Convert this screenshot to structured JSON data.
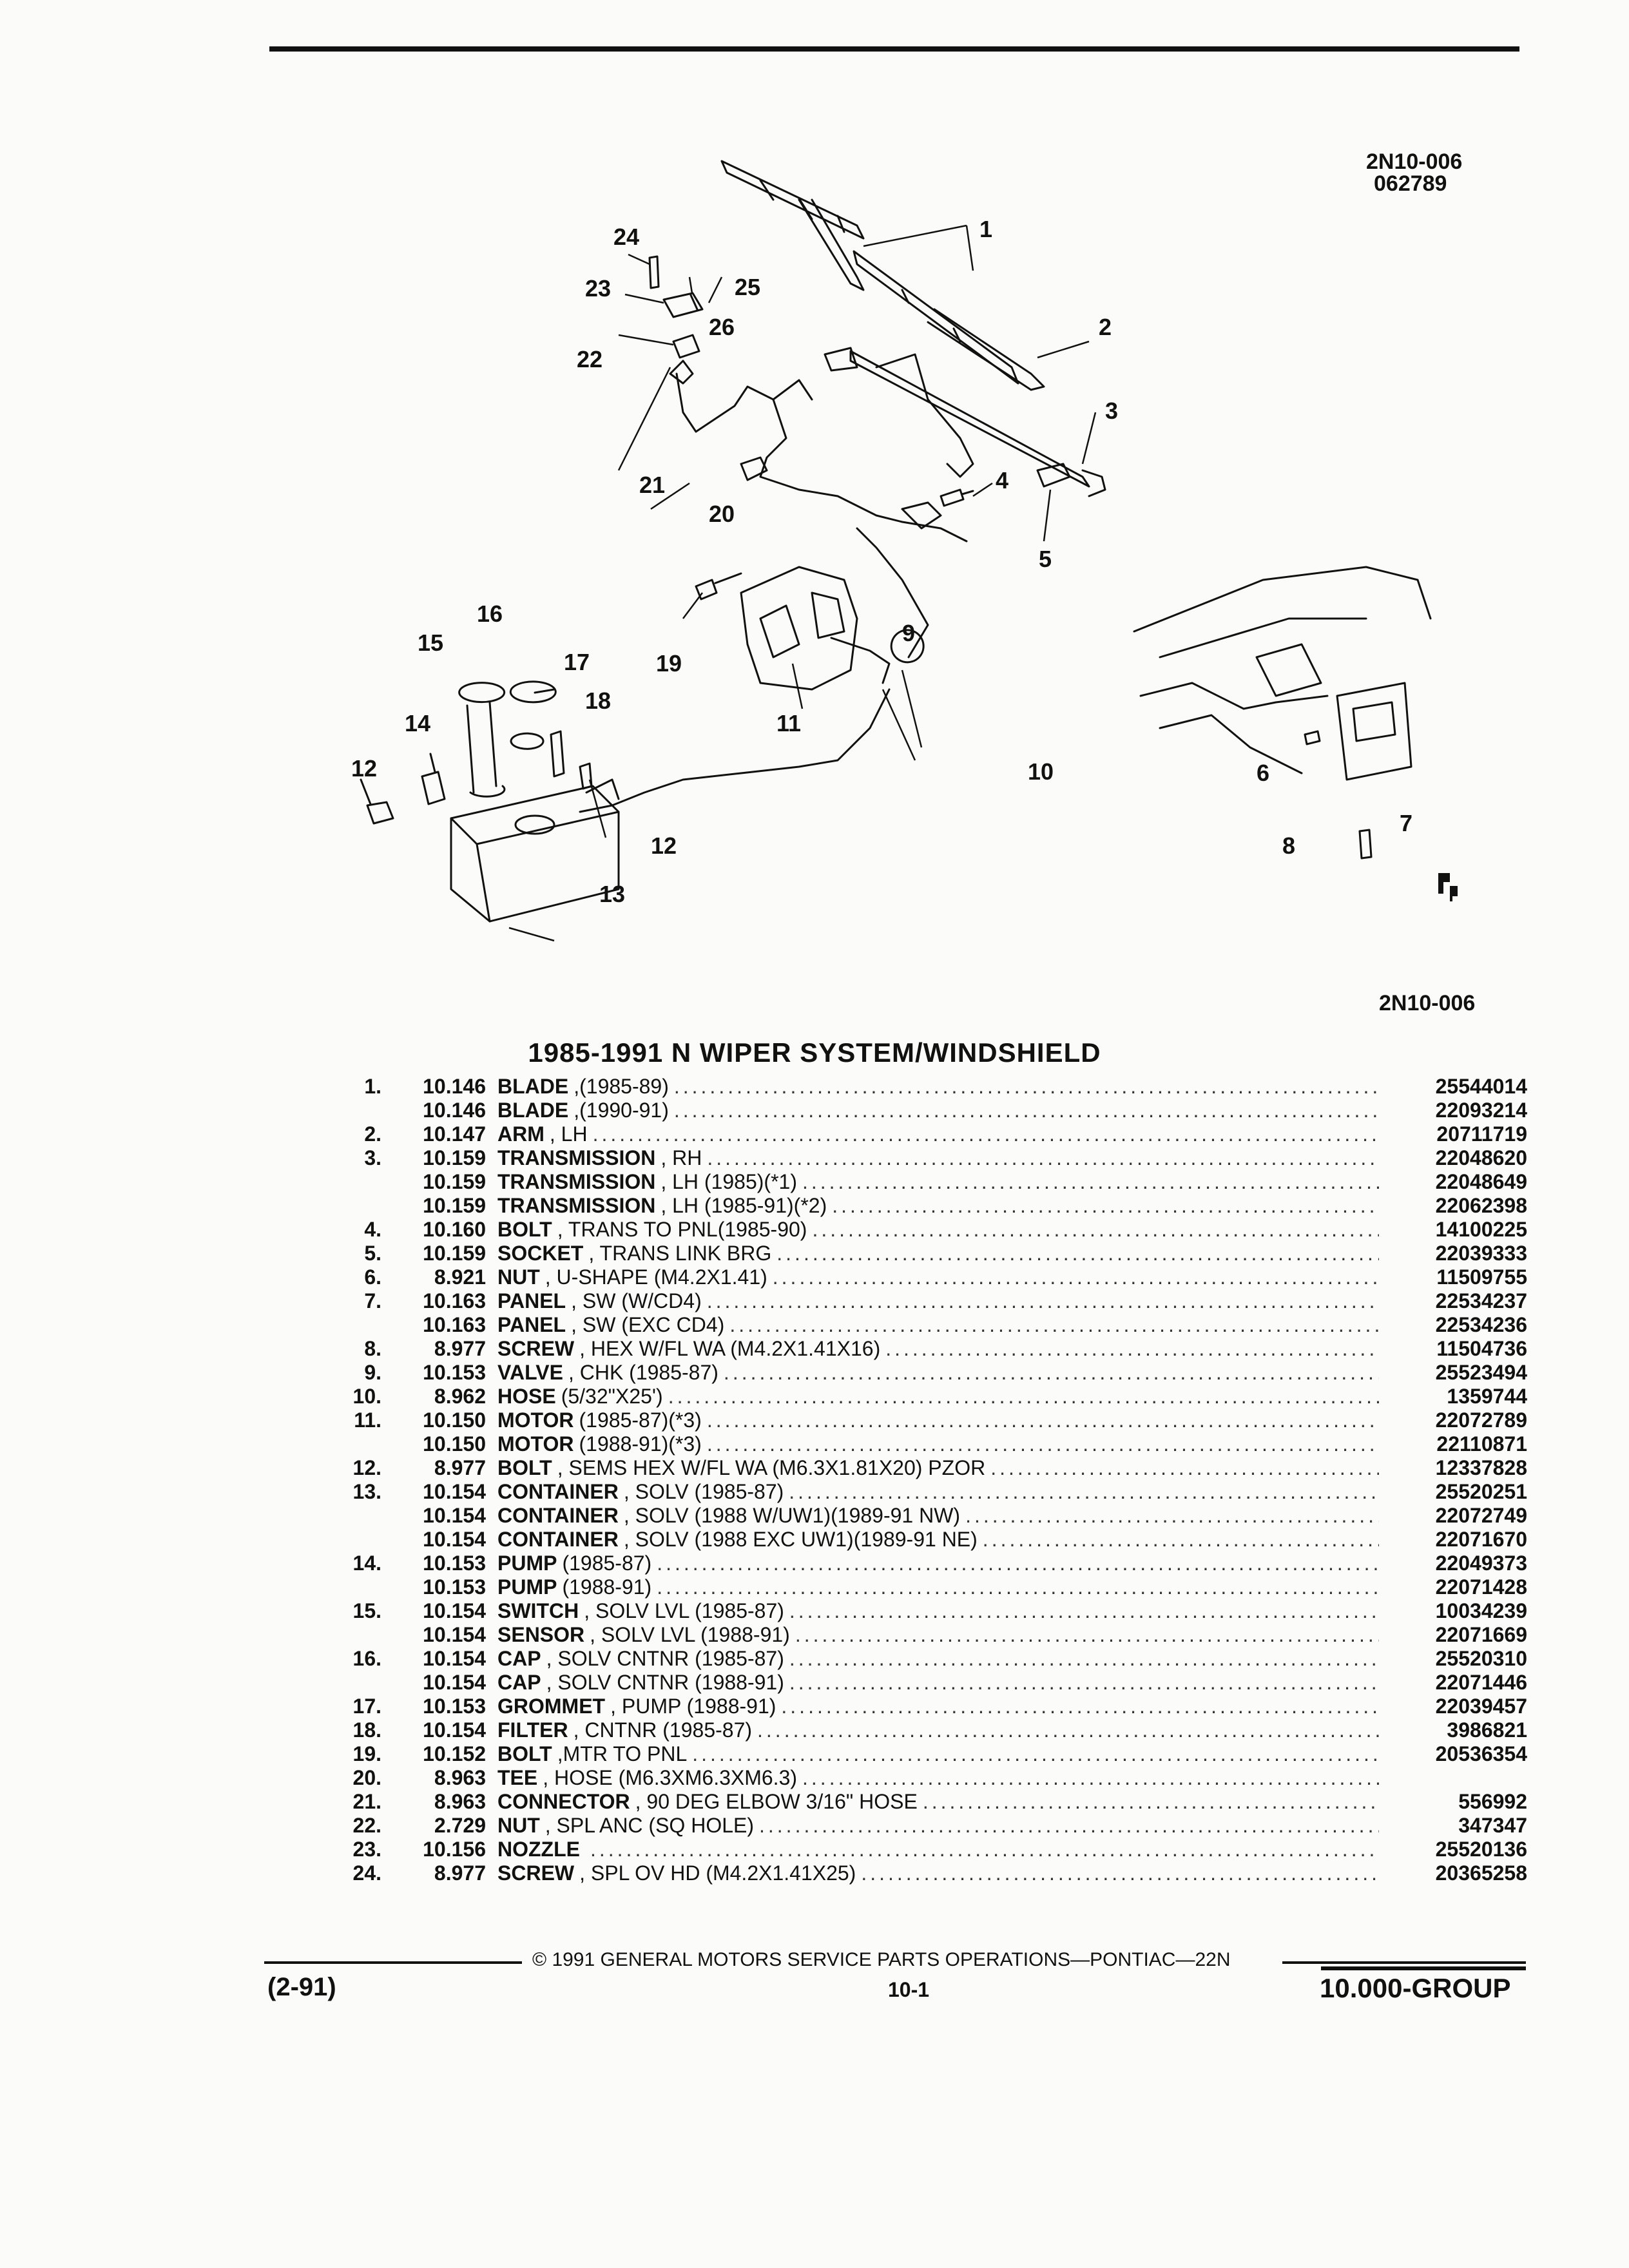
{
  "header": {
    "code_top": "2N10-006",
    "date_code": "062789",
    "code_bottom": "2N10-006"
  },
  "diagram": {
    "callouts": [
      "1",
      "2",
      "3",
      "4",
      "5",
      "6",
      "7",
      "8",
      "9",
      "10",
      "11",
      "12",
      "12",
      "13",
      "14",
      "15",
      "16",
      "17",
      "18",
      "19",
      "20",
      "21",
      "22",
      "23",
      "24",
      "25",
      "26"
    ]
  },
  "title": "1985-1991 N WIPER SYSTEM/WINDSHIELD",
  "parts": [
    {
      "num": "1.",
      "group": "10.146",
      "name": "BLADE",
      "detail": ",(1985-89)",
      "pn": "25544014"
    },
    {
      "num": "",
      "group": "10.146",
      "name": "BLADE",
      "detail": ",(1990-91)",
      "pn": "22093214"
    },
    {
      "num": "2.",
      "group": "10.147",
      "name": "ARM",
      "detail": ", LH",
      "pn": "20711719"
    },
    {
      "num": "3.",
      "group": "10.159",
      "name": "TRANSMISSION",
      "detail": ", RH",
      "pn": "22048620"
    },
    {
      "num": "",
      "group": "10.159",
      "name": "TRANSMISSION",
      "detail": ", LH (1985)(*1)",
      "pn": "22048649"
    },
    {
      "num": "",
      "group": "10.159",
      "name": "TRANSMISSION",
      "detail": ", LH (1985-91)(*2)",
      "pn": "22062398"
    },
    {
      "num": "4.",
      "group": "10.160",
      "name": "BOLT",
      "detail": ", TRANS TO PNL(1985-90)",
      "pn": "14100225"
    },
    {
      "num": "5.",
      "group": "10.159",
      "name": "SOCKET",
      "detail": ", TRANS LINK BRG",
      "pn": "22039333"
    },
    {
      "num": "6.",
      "group": "8.921",
      "name": "NUT",
      "detail": ", U-SHAPE (M4.2X1.41)",
      "pn": "11509755"
    },
    {
      "num": "7.",
      "group": "10.163",
      "name": "PANEL",
      "detail": ", SW (W/CD4)",
      "pn": "22534237"
    },
    {
      "num": "",
      "group": "10.163",
      "name": "PANEL",
      "detail": ", SW (EXC CD4)",
      "pn": "22534236"
    },
    {
      "num": "8.",
      "group": "8.977",
      "name": "SCREW",
      "detail": ", HEX W/FL WA (M4.2X1.41X16)",
      "pn": "11504736"
    },
    {
      "num": "9.",
      "group": "10.153",
      "name": "VALVE",
      "detail": ", CHK (1985-87)",
      "pn": "25523494"
    },
    {
      "num": "10.",
      "group": "8.962",
      "name": "HOSE",
      "detail": "(5/32\"X25')",
      "pn": "1359744"
    },
    {
      "num": "11.",
      "group": "10.150",
      "name": "MOTOR",
      "detail": "(1985-87)(*3)",
      "pn": "22072789"
    },
    {
      "num": "",
      "group": "10.150",
      "name": "MOTOR",
      "detail": "(1988-91)(*3)",
      "pn": "22110871"
    },
    {
      "num": "12.",
      "group": "8.977",
      "name": "BOLT",
      "detail": ", SEMS HEX W/FL WA (M6.3X1.81X20) PZOR",
      "pn": "12337828"
    },
    {
      "num": "13.",
      "group": "10.154",
      "name": "CONTAINER",
      "detail": ", SOLV (1985-87)",
      "pn": "25520251"
    },
    {
      "num": "",
      "group": "10.154",
      "name": "CONTAINER",
      "detail": ", SOLV (1988 W/UW1)(1989-91 NW)",
      "pn": "22072749"
    },
    {
      "num": "",
      "group": "10.154",
      "name": "CONTAINER",
      "detail": ", SOLV (1988 EXC UW1)(1989-91 NE)",
      "pn": "22071670"
    },
    {
      "num": "14.",
      "group": "10.153",
      "name": "PUMP",
      "detail": "(1985-87)",
      "pn": "22049373"
    },
    {
      "num": "",
      "group": "10.153",
      "name": "PUMP",
      "detail": "(1988-91)",
      "pn": "22071428"
    },
    {
      "num": "15.",
      "group": "10.154",
      "name": "SWITCH",
      "detail": ", SOLV LVL (1985-87)",
      "pn": "10034239"
    },
    {
      "num": "",
      "group": "10.154",
      "name": "SENSOR",
      "detail": ", SOLV LVL (1988-91)",
      "pn": "22071669"
    },
    {
      "num": "16.",
      "group": "10.154",
      "name": "CAP",
      "detail": ", SOLV CNTNR (1985-87)",
      "pn": "25520310"
    },
    {
      "num": "",
      "group": "10.154",
      "name": "CAP",
      "detail": ", SOLV CNTNR (1988-91)",
      "pn": "22071446"
    },
    {
      "num": "17.",
      "group": "10.153",
      "name": "GROMMET",
      "detail": ", PUMP (1988-91)",
      "pn": "22039457"
    },
    {
      "num": "18.",
      "group": "10.154",
      "name": "FILTER",
      "detail": ", CNTNR (1985-87)",
      "pn": "3986821"
    },
    {
      "num": "19.",
      "group": "10.152",
      "name": "BOLT",
      "detail": ",MTR TO PNL",
      "pn": "20536354"
    },
    {
      "num": "20.",
      "group": "8.963",
      "name": "TEE",
      "detail": ", HOSE (M6.3XM6.3XM6.3)",
      "pn": ""
    },
    {
      "num": "21.",
      "group": "8.963",
      "name": "CONNECTOR",
      "detail": ", 90 DEG ELBOW 3/16\" HOSE",
      "pn": "556992"
    },
    {
      "num": "22.",
      "group": "2.729",
      "name": "NUT",
      "detail": ", SPL ANC (SQ HOLE)",
      "pn": "347347"
    },
    {
      "num": "23.",
      "group": "10.156",
      "name": "NOZZLE",
      "detail": "",
      "pn": "25520136"
    },
    {
      "num": "24.",
      "group": "8.977",
      "name": "SCREW",
      "detail": ", SPL OV HD (M4.2X1.41X25)",
      "pn": "20365258"
    }
  ],
  "footer": {
    "copyright": "© 1991 GENERAL MOTORS SERVICE PARTS OPERATIONS—PONTIAC—22N",
    "date": "(2-91)",
    "page": "10-1",
    "group": "10.000-GROUP"
  }
}
